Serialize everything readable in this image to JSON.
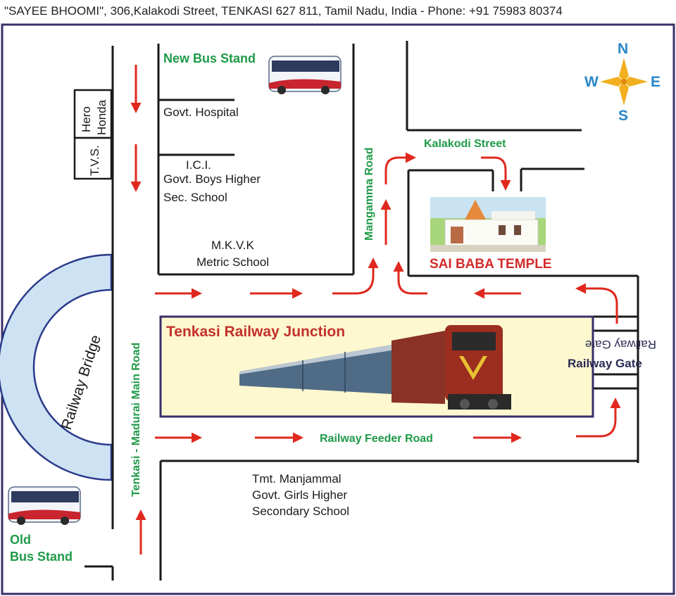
{
  "header": {
    "address": "\"SAYEE BHOOMI\", 306,Kalakodi Street, TENKASI 627 811, Tamil Nadu, India - Phone: +91 75983 80374"
  },
  "compass": {
    "n": "N",
    "s": "S",
    "e": "E",
    "w": "W"
  },
  "labels": {
    "new_bus_stand": "New Bus Stand",
    "govt_hospital": "Govt. Hospital",
    "ici": "I.C.I.",
    "boys_school_1": "Govt. Boys Higher",
    "boys_school_2": "Sec. School",
    "mkvk_1": "M.K.V.K",
    "mkvk_2": "Metric School",
    "hero_honda_1": "Hero",
    "hero_honda_2": "Honda",
    "tvs": "T.V.S.",
    "mangamma_road": "Mangamma Road",
    "kalakodi_street": "Kalakodi Street",
    "sai_baba_temple": "SAI BABA TEMPLE",
    "railway_bridge": "Railway Bridge",
    "main_road": "Tenkasi - Madurai Main Road",
    "railway_junction": "Tenkasi Railway Junction",
    "railway_gate_flipped": "Railway Gate",
    "railway_gate": "Railway Gate",
    "feeder_road": "Railway Feeder Road",
    "girls_school_1": "Tmt. Manjammal",
    "girls_school_2": "Govt. Girls Higher",
    "girls_school_3": "Secondary School",
    "old_bus_stand_1": "Old",
    "old_bus_stand_2": "Bus Stand"
  },
  "colors": {
    "frame": "#3a2f6b",
    "road": "#1a1a1a",
    "arrow": "#e0281e",
    "green_label": "#1f9a48",
    "temple_label": "#d32a2a",
    "junction_label": "#c4302a",
    "station_fill": "#fdf8cf",
    "bridge_fill": "#cde3f4",
    "compass_text": "#2a86c8"
  },
  "icons": [
    "compass-rose-icon",
    "bus-icon",
    "train-icon",
    "temple-icon"
  ]
}
